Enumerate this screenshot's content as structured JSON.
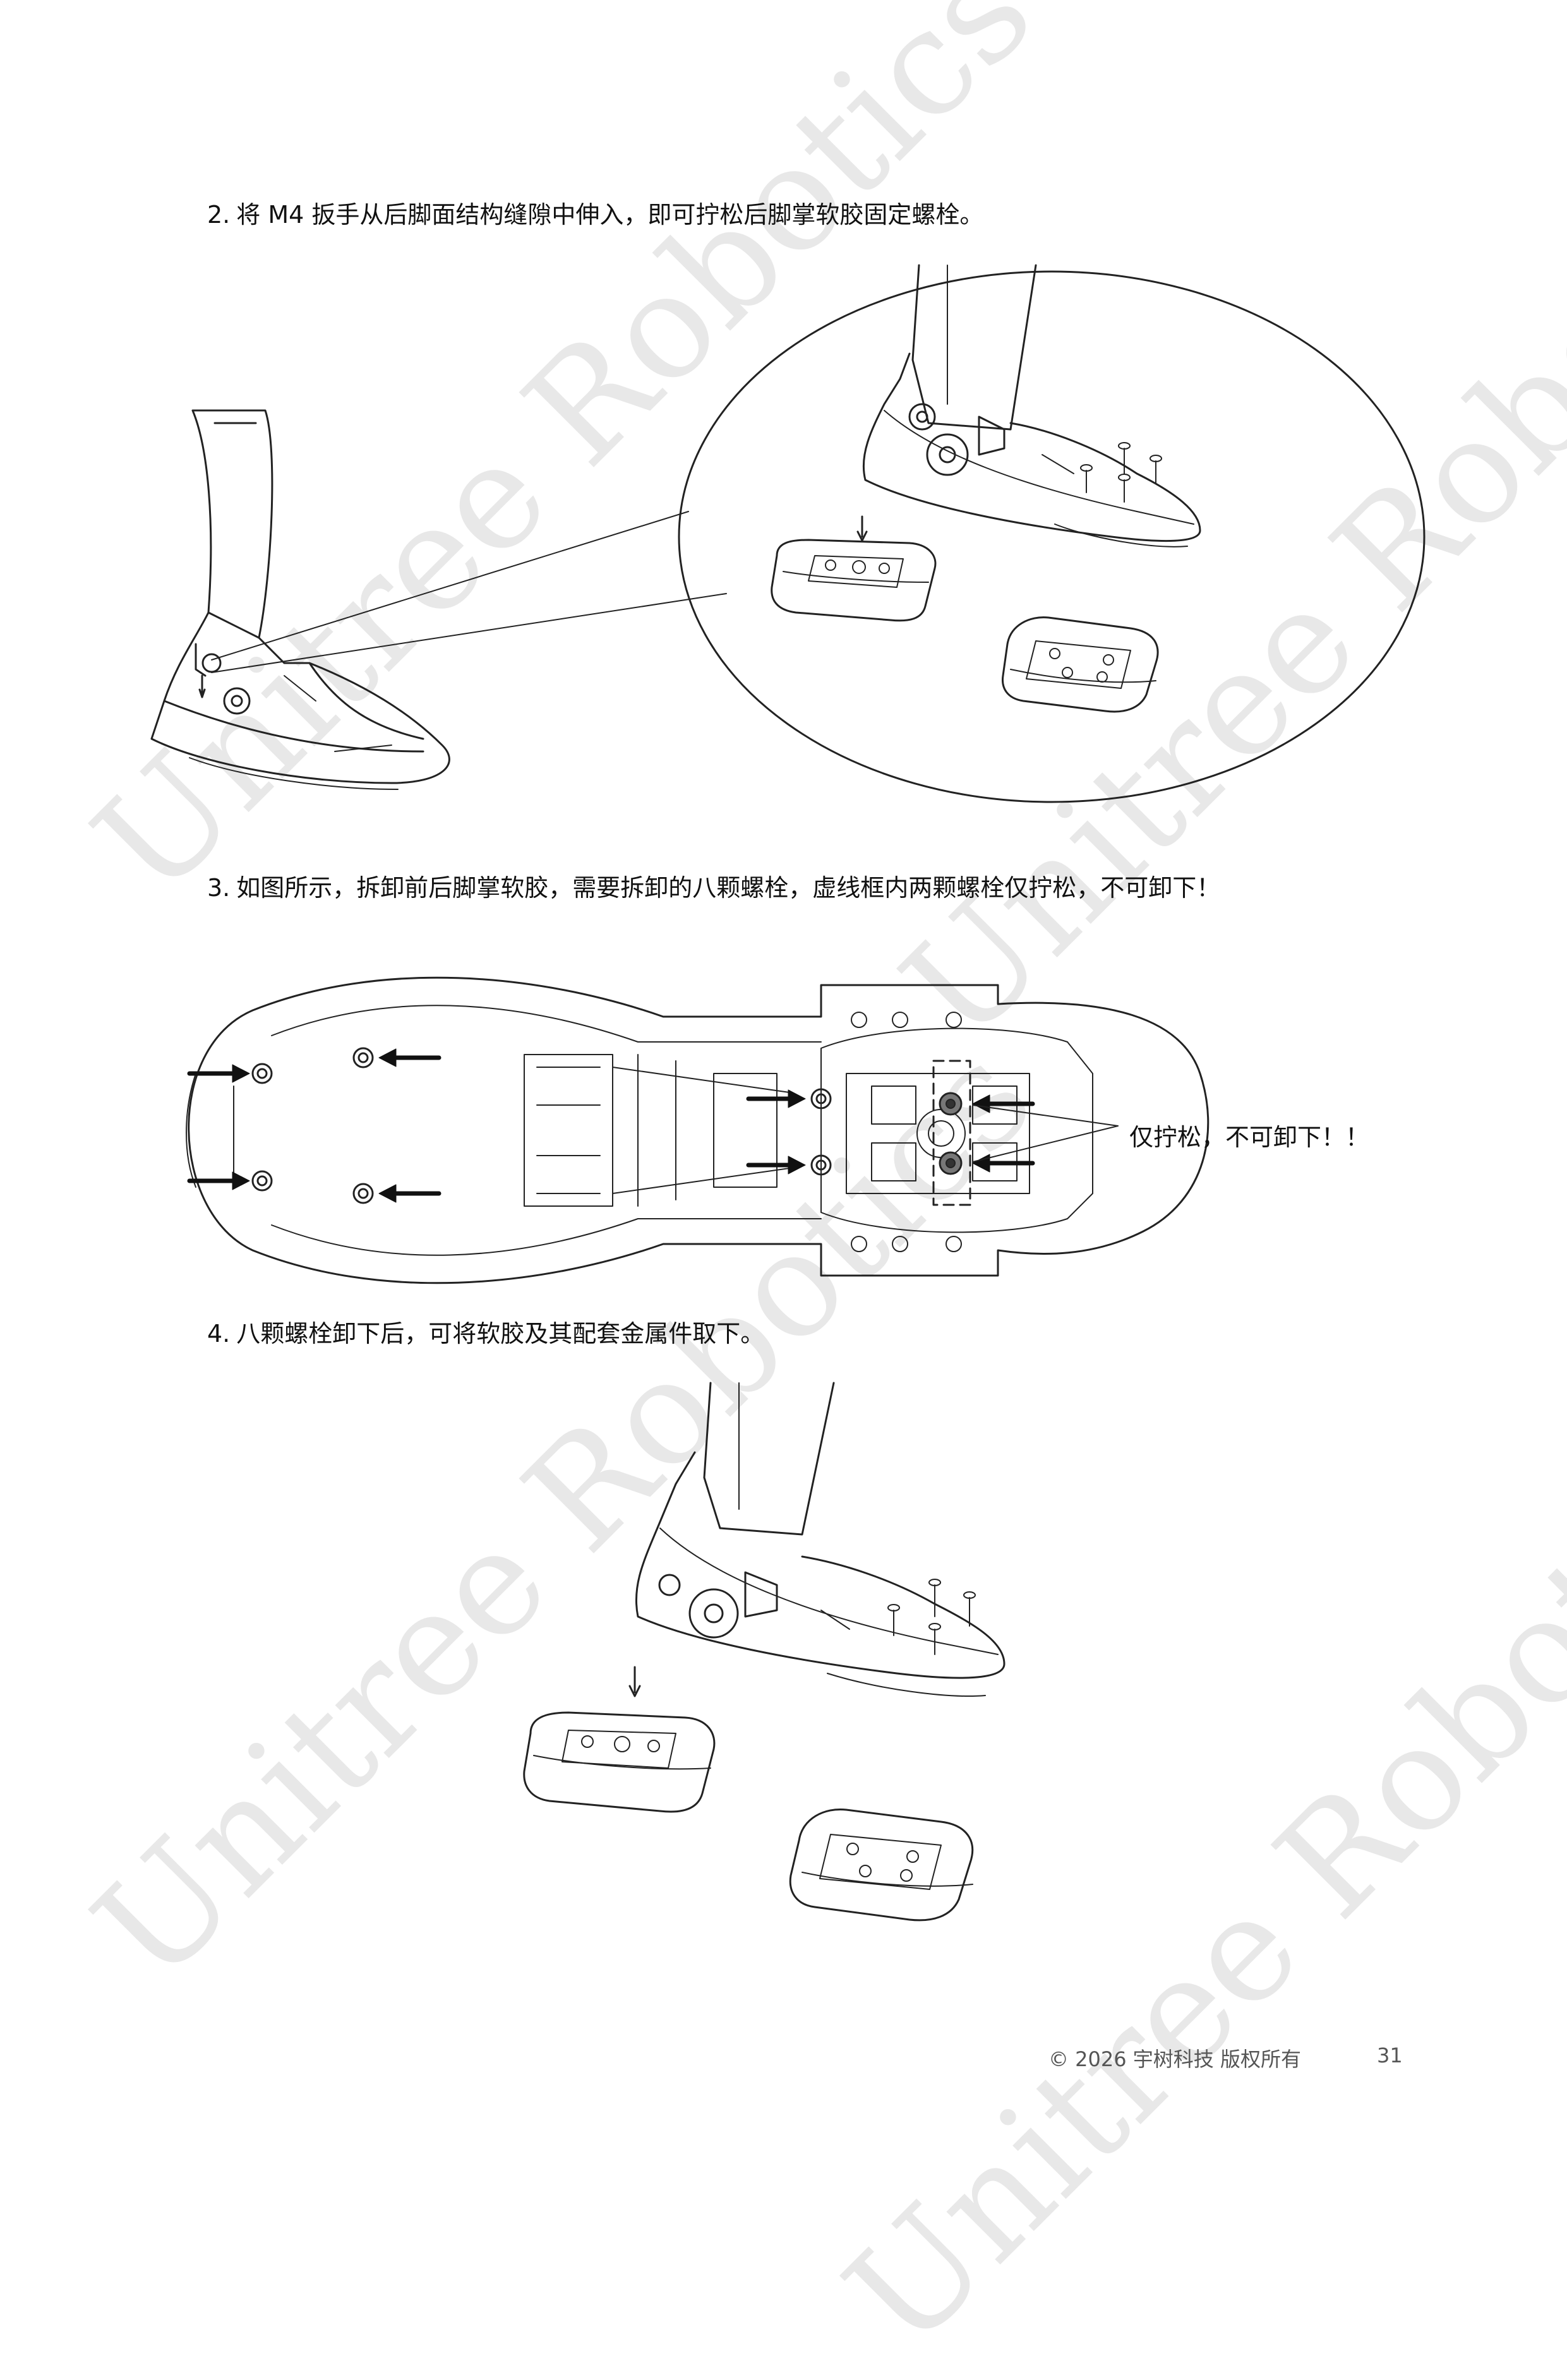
{
  "steps": [
    {
      "number": "2.",
      "text": "将 M4 扳手从后脚面结构缝隙中伸入，即可拧松后脚掌软胶固定螺栓。"
    },
    {
      "number": "3.",
      "text": "如图所示，拆卸前后脚掌软胶，需要拆卸的八颗螺栓，虚线框内两颗螺栓仅拧松，不可卸下！"
    },
    {
      "number": "4.",
      "text": "八颗螺栓卸下后，可将软胶及其配套金属件取下。"
    }
  ],
  "callout": {
    "text": "仅拧松，不可卸下！！"
  },
  "watermark": {
    "text": "Unitree Robotics"
  },
  "footer": {
    "copyright": "© 2026  宇树科技  版权所有",
    "page_number": "31"
  },
  "colors": {
    "line": "#222222",
    "watermark": "#d6d6d6",
    "text": "#111111"
  }
}
